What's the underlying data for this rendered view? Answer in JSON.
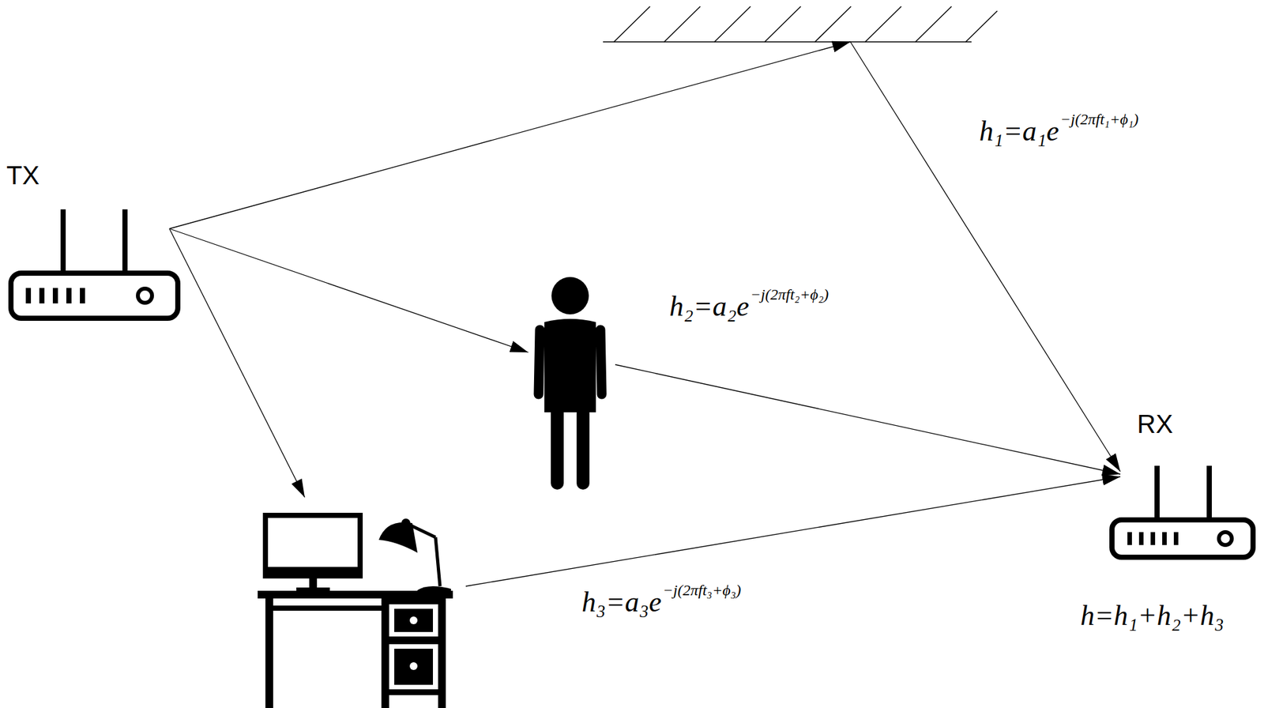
{
  "diagram": {
    "nodes": [
      {
        "text": [
          "TX"
        ]
      },
      {
        "text": [
          "RX"
        ]
      }
    ],
    "labels": [
      "h₁=a₁e",
      "−j(2πft₁+ϕ₁)",
      "h₂=a₂e",
      "−j(2πft₂+ϕ₂)",
      "h₃=a₃e",
      "−j(2πft₃+ϕ₃)",
      "h=h₁+h₂+h₃"
    ]
  }
}
